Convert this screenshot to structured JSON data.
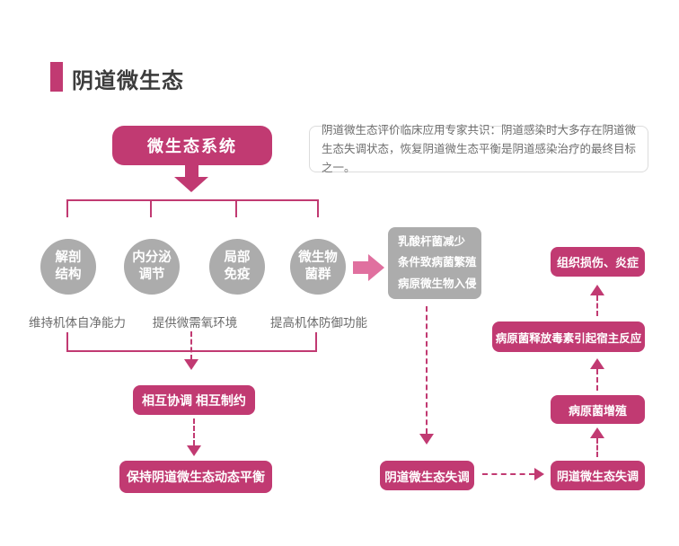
{
  "header": {
    "title": "阴道微生态"
  },
  "colors": {
    "primary_pink": "#C13A72",
    "light_pink_arrow": "#E0709F",
    "gray": "#ACACAC",
    "label_gray": "#6B6B6B"
  },
  "diagram": {
    "root": {
      "label": "微生态系统"
    },
    "note": {
      "text": "阴道微生态评价临床应用专家共识：阴道感染时大多存在阴道微生态失调状态，恢复阴道微生态平衡是阴道感染治疗的最终目标之一。"
    },
    "factors": [
      {
        "line1": "解剖",
        "line2": "结构"
      },
      {
        "line1": "内分泌",
        "line2": "调节"
      },
      {
        "line1": "局部",
        "line2": "免疫"
      },
      {
        "line1": "微生物",
        "line2": "菌群"
      }
    ],
    "functions": [
      {
        "label": "维持机体自净能力"
      },
      {
        "label": "提供微需氧环境"
      },
      {
        "label": "提高机体防御功能"
      }
    ],
    "coordination": {
      "label": "相互协调 相互制约"
    },
    "balance": {
      "label": "保持阴道微生态动态平衡"
    },
    "imbalance_causes": {
      "line1": "乳酸杆菌减少",
      "line2": "条件致病菌繁殖",
      "line3": "病原微生物入侵"
    },
    "dysbiosis_center": {
      "label": "阴道微生态失调"
    },
    "cascade": [
      {
        "label": "组织损伤、炎症"
      },
      {
        "label": "病原菌释放毒素引起宿主反应"
      },
      {
        "label": "病原菌增殖"
      },
      {
        "label": "阴道微生态失调"
      }
    ]
  }
}
